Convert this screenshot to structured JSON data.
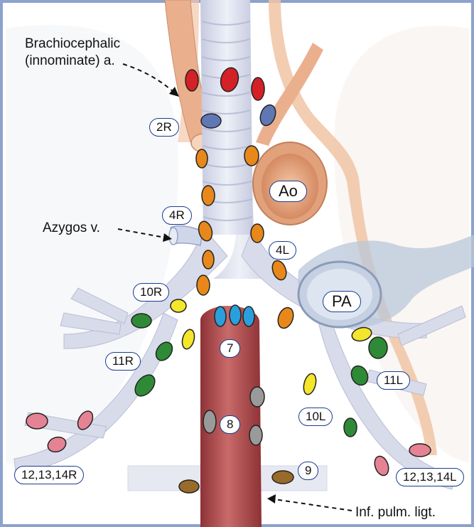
{
  "labels": {
    "brachiocephalic_line1": "Brachiocephalic",
    "brachiocephalic_line2": "(innominate) a.",
    "azygos": "Azygos v.",
    "inf_pulm_ligt": "Inf. pulm. ligt.",
    "ao": "Ao",
    "pa": "PA"
  },
  "stations": {
    "s2R": "2R",
    "s4R": "4R",
    "s4L": "4L",
    "s10R": "10R",
    "s11R": "11R",
    "s7": "7",
    "s8": "8",
    "s9": "9",
    "s10L": "10L",
    "s11L": "11L",
    "s12R": "12,13,14R",
    "s12L": "12,13,14L"
  },
  "colors": {
    "frame": "#8da2cc",
    "node_red": "#d42027",
    "node_blue": "#5f78b4",
    "node_orange": "#e8881b",
    "node_yellow": "#f4e62a",
    "node_green": "#2e8a36",
    "node_cyan": "#2a9fdc",
    "node_gray": "#9a9a9a",
    "node_pink": "#e58394",
    "node_brown": "#9a6a2a",
    "esophagus": "#b24b4e",
    "aorta": "#e9b08a",
    "airway": "#d9dcea",
    "pa": "#b9c7da"
  }
}
